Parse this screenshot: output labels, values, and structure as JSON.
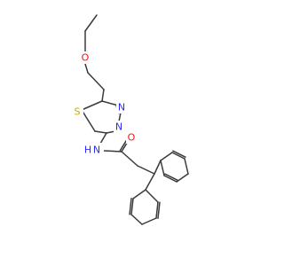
{
  "molecule": {
    "atoms": {
      "O": {
        "symbol": "O",
        "color": "#ff0d0d"
      },
      "S": {
        "symbol": "S",
        "color": "#c8a800"
      },
      "N1": {
        "symbol": "N",
        "color": "#2a2aff"
      },
      "N2": {
        "symbol": "N",
        "color": "#2a2aff"
      },
      "NH": {
        "symbol": "N",
        "color": "#2a2aff"
      },
      "H": {
        "symbol": "H",
        "color": "#2a2aff"
      },
      "O2": {
        "symbol": "O",
        "color": "#ff0d0d"
      }
    }
  }
}
